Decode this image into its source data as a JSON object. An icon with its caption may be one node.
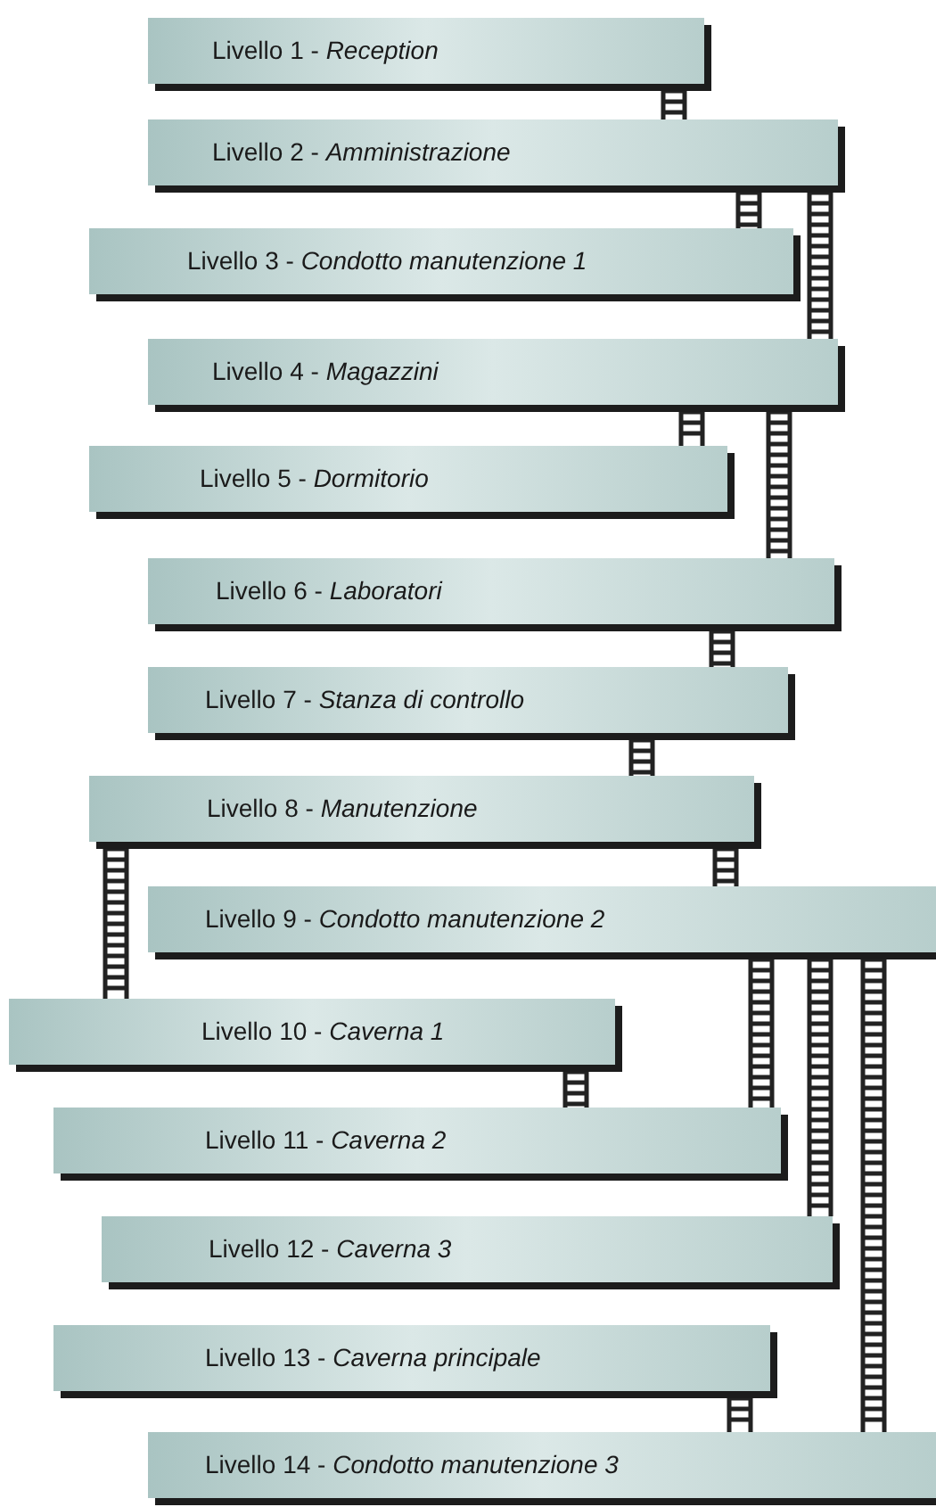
{
  "diagram": {
    "nodes": [
      {
        "text": [
          "Livello 1 - *Reception*"
        ]
      },
      {
        "text": [
          "Livello 2 - *Amministrazione*"
        ]
      },
      {
        "text": [
          "Livello 3 - *Condotto manutenzione 1*"
        ]
      },
      {
        "text": [
          "Livello 4 - *Magazzini*"
        ]
      },
      {
        "text": [
          "Livello 5 - *Dormitorio*"
        ]
      },
      {
        "text": [
          "Livello 6 - *Laboratori*"
        ]
      },
      {
        "text": [
          "Livello 7 - *Stanza di controllo*"
        ]
      },
      {
        "text": [
          "Livello 8 - *Manutenzione*"
        ]
      },
      {
        "text": [
          "Livello 9 - *Condotto manutenzione 2*"
        ]
      },
      {
        "text": [
          "Livello 10 - *Caverna 1*"
        ]
      },
      {
        "text": [
          "Livello 11 - *Caverna 2*"
        ]
      },
      {
        "text": [
          "Livello 12 - *Caverna 3*"
        ]
      },
      {
        "text": [
          "Livello 13 - *Caverna principale*"
        ]
      },
      {
        "text": [
          "Livello 14 - *Condotto manutenzione 3*"
        ]
      }
    ],
    "edges": [
      {
        "from": 0,
        "to": 1,
        "arrow": "none"
      },
      {
        "from": 1,
        "to": 2,
        "arrow": "none"
      },
      {
        "from": 1,
        "to": 3,
        "arrow": "none"
      },
      {
        "from": 3,
        "to": 4,
        "arrow": "none"
      },
      {
        "from": 3,
        "to": 5,
        "arrow": "none"
      },
      {
        "from": 5,
        "to": 6,
        "arrow": "none"
      },
      {
        "from": 6,
        "to": 7,
        "arrow": "none"
      },
      {
        "from": 7,
        "to": 9,
        "arrow": "none"
      },
      {
        "from": 7,
        "to": 8,
        "arrow": "none"
      },
      {
        "from": 9,
        "to": 10,
        "arrow": "none"
      },
      {
        "from": 8,
        "to": 10,
        "arrow": "none"
      },
      {
        "from": 8,
        "to": 11,
        "arrow": "none"
      },
      {
        "from": 8,
        "to": 13,
        "arrow": "none"
      },
      {
        "from": 12,
        "to": 13,
        "arrow": "none"
      }
    ]
  }
}
